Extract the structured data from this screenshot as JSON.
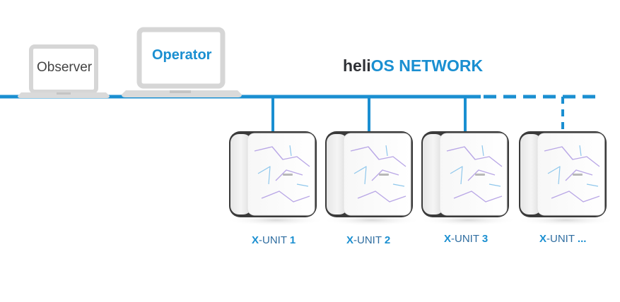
{
  "network": {
    "title_part1": "heli",
    "title_part2": "OS NETWORK",
    "color": "#1a8fd1"
  },
  "clients": [
    {
      "label": "Observer"
    },
    {
      "label": "Operator"
    }
  ],
  "units": [
    {
      "prefix": "X",
      "name": "-UNIT ",
      "num": "1",
      "connection": "solid"
    },
    {
      "prefix": "X",
      "name": "-UNIT ",
      "num": "2",
      "connection": "solid"
    },
    {
      "prefix": "X",
      "name": "-UNIT ",
      "num": "3",
      "connection": "solid"
    },
    {
      "prefix": "X",
      "name": "-UNIT ",
      "num": "...",
      "connection": "dashed"
    }
  ]
}
